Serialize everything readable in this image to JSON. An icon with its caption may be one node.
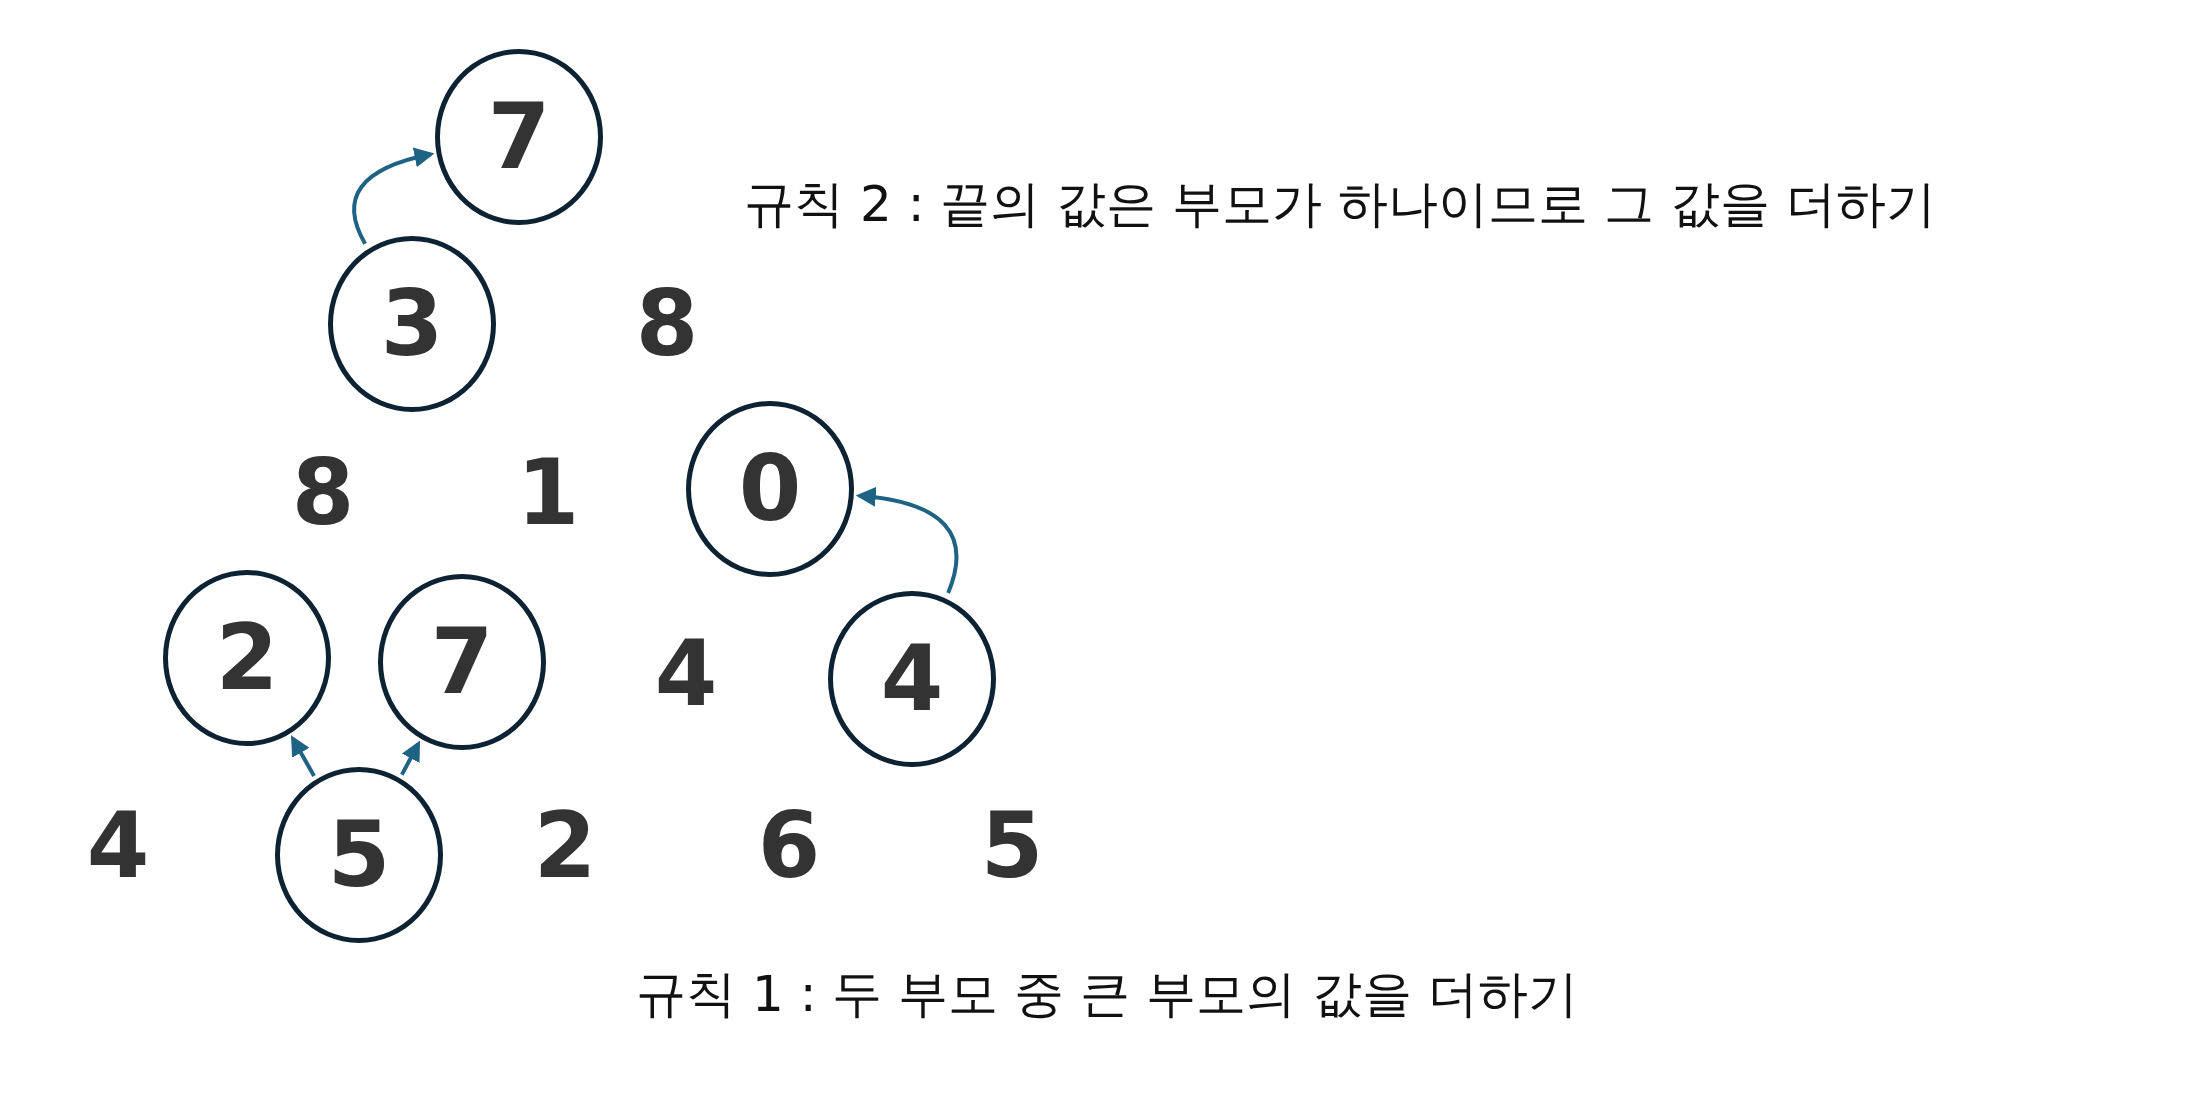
{
  "diagram": {
    "nodes": [
      {
        "text": [
          "7"
        ]
      },
      {
        "text": [
          "3"
        ]
      },
      {
        "text": [
          "8"
        ]
      },
      {
        "text": [
          "8"
        ]
      },
      {
        "text": [
          "1"
        ]
      },
      {
        "text": [
          "0"
        ]
      },
      {
        "text": [
          "2"
        ]
      },
      {
        "text": [
          "7"
        ]
      },
      {
        "text": [
          "4"
        ]
      },
      {
        "text": [
          "4"
        ]
      },
      {
        "text": [
          "4"
        ]
      },
      {
        "text": [
          "5"
        ]
      },
      {
        "text": [
          "2"
        ]
      },
      {
        "text": [
          "6"
        ]
      },
      {
        "text": [
          "5"
        ]
      }
    ],
    "edges": [
      {
        "from": 1,
        "to": 0,
        "arrow": "to"
      },
      {
        "from": 9,
        "to": 5,
        "arrow": "to"
      },
      {
        "from": 11,
        "to": 6,
        "arrow": "to"
      },
      {
        "from": 11,
        "to": 7,
        "arrow": "to"
      }
    ],
    "labels": [
      "규칙 2 : 끝의 값은 부모가 하나이므로 그 값을 더하기",
      "규칙 1 : 두 부모 중 큰 부모의 값을 더하기"
    ]
  }
}
